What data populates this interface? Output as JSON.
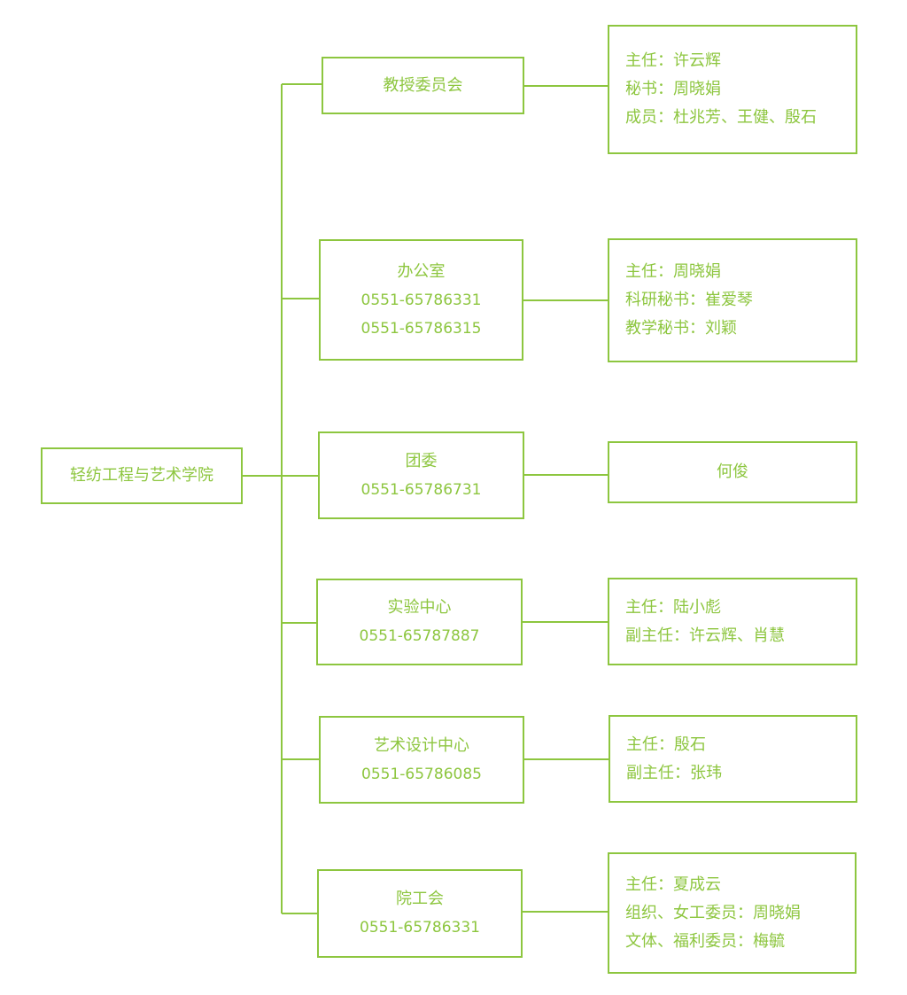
{
  "root": {
    "name": "轻纺工程与艺术学院"
  },
  "branches": [
    {
      "dept": [
        "教授委员会"
      ],
      "detail": [
        "主任：许云辉",
        "秘书：周晓娟",
        "成员：杜兆芳、王健、殷石"
      ]
    },
    {
      "dept": [
        "办公室",
        "0551-65786331",
        "0551-65786315"
      ],
      "detail": [
        "主任：周晓娟",
        "科研秘书：崔爱琴",
        "教学秘书：刘颖"
      ]
    },
    {
      "dept": [
        "团委",
        "0551-65786731"
      ],
      "detail": [
        "何俊"
      ]
    },
    {
      "dept": [
        "实验中心",
        "0551-65787887"
      ],
      "detail": [
        "主任：陆小彪",
        "副主任：许云辉、肖慧"
      ]
    },
    {
      "dept": [
        "艺术设计中心",
        "0551-65786085"
      ],
      "detail": [
        "主任：殷石",
        "副主任：张玮"
      ]
    },
    {
      "dept": [
        "院工会",
        "0551-65786331"
      ],
      "detail": [
        "主任：夏成云",
        "组织、女工委员：周晓娟",
        "文体、福利委员：梅毓"
      ]
    }
  ],
  "colors": {
    "line": "#8dc63f",
    "text": "#8dc63f",
    "background": "#ffffff"
  }
}
